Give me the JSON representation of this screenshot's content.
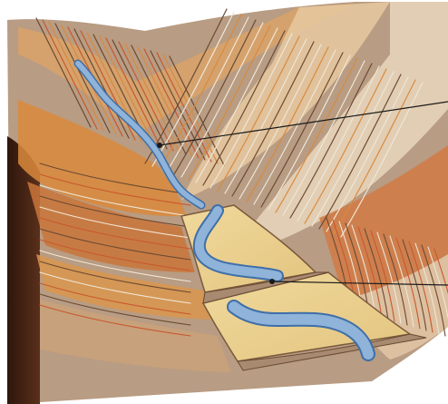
{
  "figure": {
    "kind": "cross-section illustration of a river valley with terraces",
    "labels": [],
    "colors": {
      "background": "#ffffff",
      "ground": "#b89c83",
      "ground_light": "#c9b29a",
      "ground_dark": "#a88a70",
      "cliff_face": "#4a2616",
      "cliff_face_dark": "#2e160b",
      "terrace_surface": "#e9cf8e",
      "terrace_outline": "#7a5a3d",
      "river": "#8fb3d9",
      "river_outline": "#3f6fa8",
      "strata_orange": "#d98a3c",
      "strata_red": "#c9582e",
      "strata_cream": "#efe6d6",
      "strata_line": "#6a4a33",
      "leader_line": "#1a1a1a"
    },
    "icons": [
      "pointer-dot",
      "pointer-dot"
    ]
  }
}
